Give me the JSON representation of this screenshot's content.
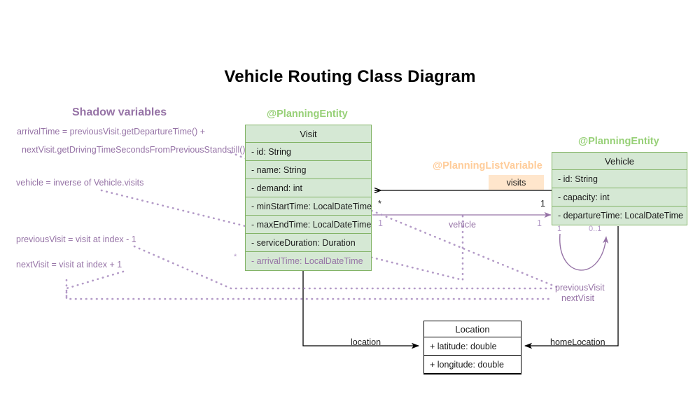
{
  "diagram": {
    "title": "Vehicle Routing Class Diagram",
    "colors": {
      "entity_fill": "#d5e8d4",
      "entity_border": "#82b366",
      "entity_stereotype": "#97d077",
      "shadow_purple": "#9673a6",
      "listvar_orange": "#ffe6cc",
      "listvar_stereotype_text": "#ffcc99",
      "plain_border": "#000000"
    }
  },
  "shadow_panel": {
    "title": "Shadow variables",
    "lines": [
      "arrivalTime = previousVisit.getDepartureTime() +",
      "nextVisit.getDrivingTimeSecondsFromPreviousStandstill()",
      "vehicle = inverse of Vehicle.visits",
      "previousVisit = visit at index - 1",
      "nextVisit = visit at index + 1"
    ]
  },
  "classes": [
    {
      "id": "visit",
      "stereotype": "@PlanningEntity",
      "name": "Visit",
      "fields": [
        {
          "text": "- id: String",
          "shadow": false
        },
        {
          "text": "- name: String",
          "shadow": false
        },
        {
          "text": "- demand: int",
          "shadow": false
        },
        {
          "text": "- minStartTime: LocalDateTime",
          "shadow": false
        },
        {
          "text": "- maxEndTime: LocalDateTime",
          "shadow": false
        },
        {
          "text": "- serviceDuration: Duration",
          "shadow": false
        },
        {
          "text": "- arrivalTime: LocalDateTime",
          "shadow": true
        }
      ]
    },
    {
      "id": "vehicle",
      "stereotype": "@PlanningEntity",
      "name": "Vehicle",
      "fields": [
        {
          "text": "- id: String",
          "shadow": false
        },
        {
          "text": "- capacity: int",
          "shadow": false
        },
        {
          "text": "- departureTime: LocalDateTime",
          "shadow": false
        }
      ]
    },
    {
      "id": "location",
      "stereotype": "",
      "name": "Location",
      "fields": [
        {
          "text": "+ latitude: double",
          "shadow": false
        },
        {
          "text": "+ longitude: double",
          "shadow": false
        }
      ]
    }
  ],
  "associations": {
    "visits": {
      "stereotype": "@PlanningListVariable",
      "label": "visits",
      "source_mult": "1",
      "target_mult": "*"
    },
    "vehicle": {
      "label": "vehicle",
      "source_mult": "1",
      "target_mult": "1"
    },
    "location": {
      "label": "location"
    },
    "home_location": {
      "label": "homeLocation"
    },
    "self_loop": {
      "source_mult": "1",
      "target_mult": "0..1"
    },
    "previous_visit": {
      "label": "previousVisit"
    },
    "next_visit": {
      "label": "nextVisit"
    },
    "arrival_time_marker": "*"
  }
}
